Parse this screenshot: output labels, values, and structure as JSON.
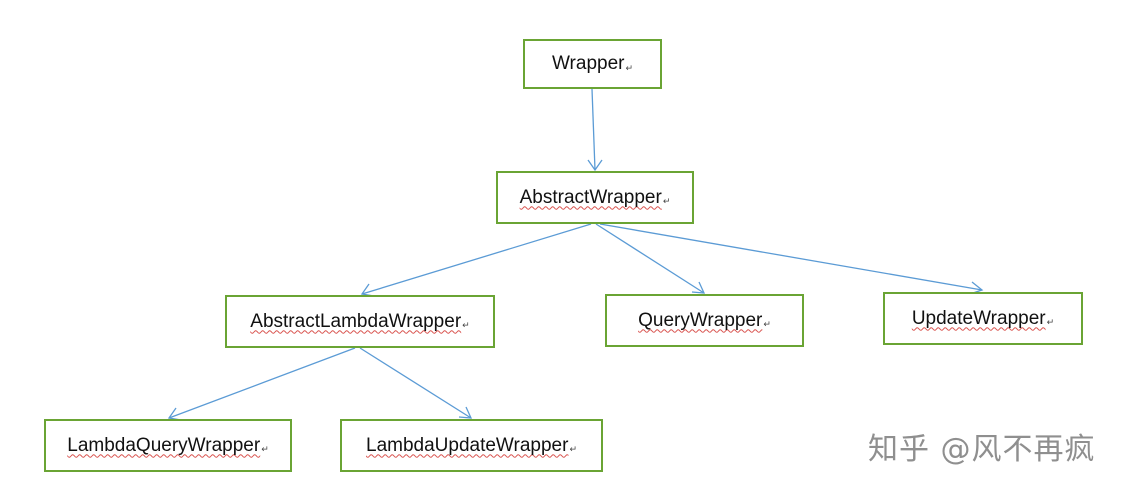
{
  "diagram": {
    "nodes": [
      {
        "id": "wrapper",
        "label": "Wrapper"
      },
      {
        "id": "abstractwrapper",
        "label": "AbstractWrapper"
      },
      {
        "id": "abstractlambda",
        "label": "AbstractLambdaWrapper"
      },
      {
        "id": "querywrapper",
        "label": "QueryWrapper"
      },
      {
        "id": "updatewrapper",
        "label": "UpdateWrapper"
      },
      {
        "id": "lambdaquery",
        "label": "LambdaQueryWrapper"
      },
      {
        "id": "lambdaupdate",
        "label": "LambdaUpdateWrapper"
      }
    ],
    "edges": [
      {
        "from": "Wrapper",
        "to": "AbstractWrapper"
      },
      {
        "from": "AbstractWrapper",
        "to": "AbstractLambdaWrapper"
      },
      {
        "from": "AbstractWrapper",
        "to": "QueryWrapper"
      },
      {
        "from": "AbstractWrapper",
        "to": "UpdateWrapper"
      },
      {
        "from": "AbstractLambdaWrapper",
        "to": "LambdaQueryWrapper"
      },
      {
        "from": "AbstractLambdaWrapper",
        "to": "LambdaUpdateWrapper"
      }
    ],
    "paragraph_mark": "↵",
    "colors": {
      "box_border": "#6aa434",
      "arrow": "#5b9bd5",
      "spell_underline": "#d9534f"
    }
  },
  "watermark": "知乎 @风不再疯"
}
